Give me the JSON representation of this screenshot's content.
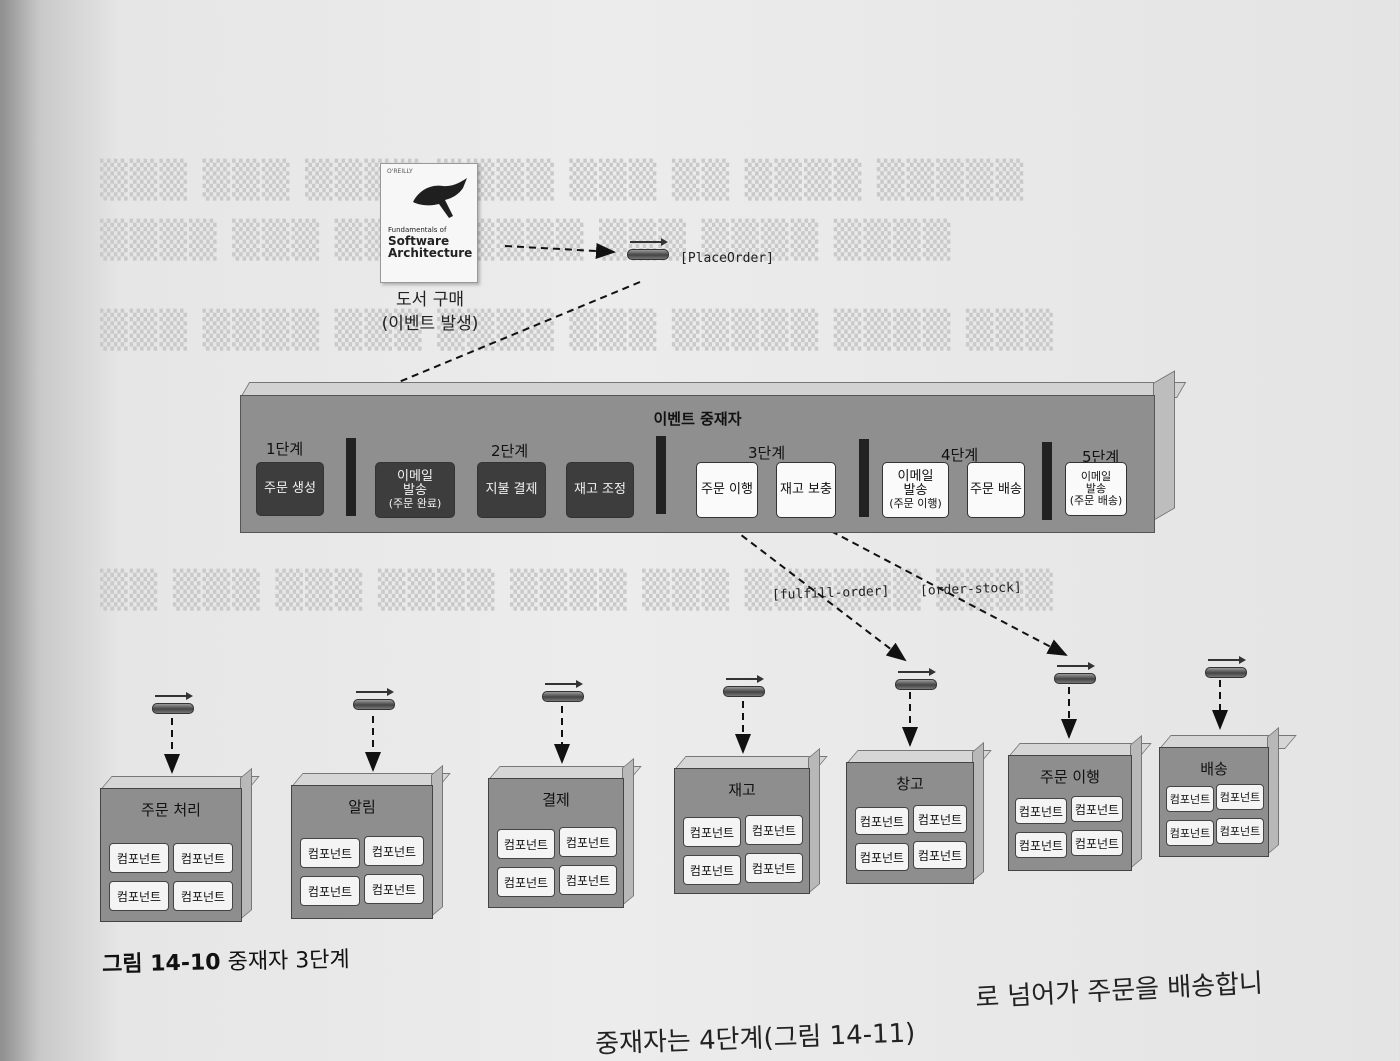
{
  "book": {
    "publisher": "O'REILLY",
    "subtitle": "Fundamentals of",
    "title": "Software Architecture",
    "caption_line1": "도서 구매",
    "caption_line2": "(이벤트 발생)"
  },
  "labels": {
    "place_order": "[PlaceOrder]",
    "fulfill_order": "[fulfill-order]",
    "order_stock": "[order-stock]"
  },
  "mediator": {
    "title": "이벤트 중재자",
    "stages": [
      "1단계",
      "2단계",
      "3단계",
      "4단계",
      "5단계"
    ],
    "steps": [
      {
        "text": "주문 생성"
      },
      {
        "text": "이메일",
        "text2": "발송",
        "sub": "(주문 완료)"
      },
      {
        "text": "지불 결제"
      },
      {
        "text": "재고 조정"
      },
      {
        "text": "주문 이행"
      },
      {
        "text": "재고 보충"
      },
      {
        "text": "이메일",
        "text2": "발송",
        "sub": "(주문 이행)"
      },
      {
        "text": "주문 배송"
      },
      {
        "text": "이메일",
        "text2": "발송",
        "sub": "(주문 배송)"
      }
    ]
  },
  "services": [
    {
      "name": "주문 처리",
      "components": [
        "컴포넌트",
        "컴포넌트",
        "컴포넌트",
        "컴포넌트"
      ]
    },
    {
      "name": "알림",
      "components": [
        "컴포넌트",
        "컴포넌트",
        "컴포넌트",
        "컴포넌트"
      ]
    },
    {
      "name": "결제",
      "components": [
        "컴포넌트",
        "컴포넌트",
        "컴포넌트",
        "컴포넌트"
      ]
    },
    {
      "name": "재고",
      "components": [
        "컴포넌트",
        "컴포넌트",
        "컴포넌트",
        "컴포넌트"
      ]
    },
    {
      "name": "창고",
      "components": [
        "컴포넌트",
        "컴포넌트",
        "컴포넌트",
        "컴포넌트"
      ]
    },
    {
      "name": "주문 이행",
      "components": [
        "컴포넌트",
        "컴포넌트",
        "컴포넌트",
        "컴포넌트"
      ]
    },
    {
      "name": "배송",
      "components": [
        "컴포넌트",
        "컴포넌트",
        "컴포넌트",
        "컴포넌트"
      ]
    }
  ],
  "caption": {
    "number": "그림 14-10",
    "text": "중재자 3단계"
  },
  "body_text": {
    "line1": "로 넘어가 주문을 배송합니",
    "line2": "중재자는 4단계(그림 14-11)"
  }
}
